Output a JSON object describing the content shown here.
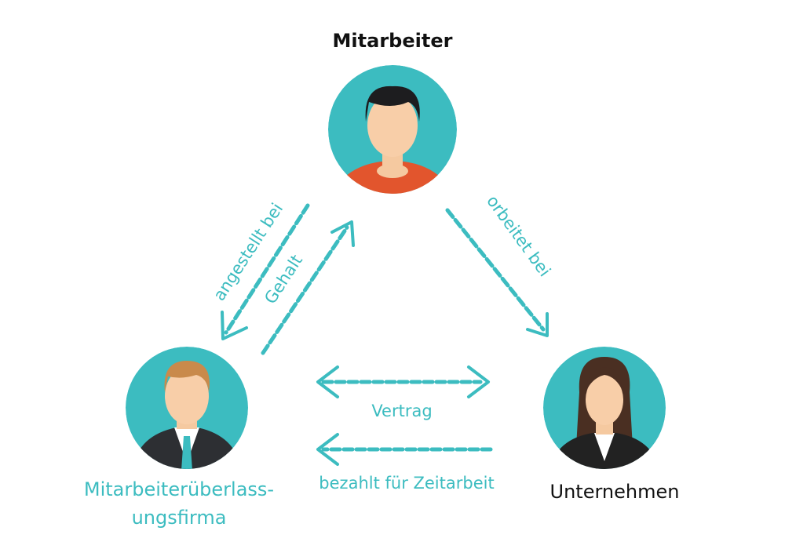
{
  "nodes": {
    "employee": {
      "label": "Mitarbeiter"
    },
    "agency": {
      "label_line1": "Mitarbeiterüberlass-",
      "label_line2": "ungsfirma"
    },
    "company": {
      "label": "Unternehmen"
    }
  },
  "edges": {
    "employed_at": "angestellt bei",
    "salary": "Gehalt",
    "works_at": "orbeitet bei",
    "contract": "Vertrag",
    "pays": "bezahlt für Zeitarbeit"
  },
  "colors": {
    "accent": "#3cbcc0",
    "text": "#111111"
  }
}
